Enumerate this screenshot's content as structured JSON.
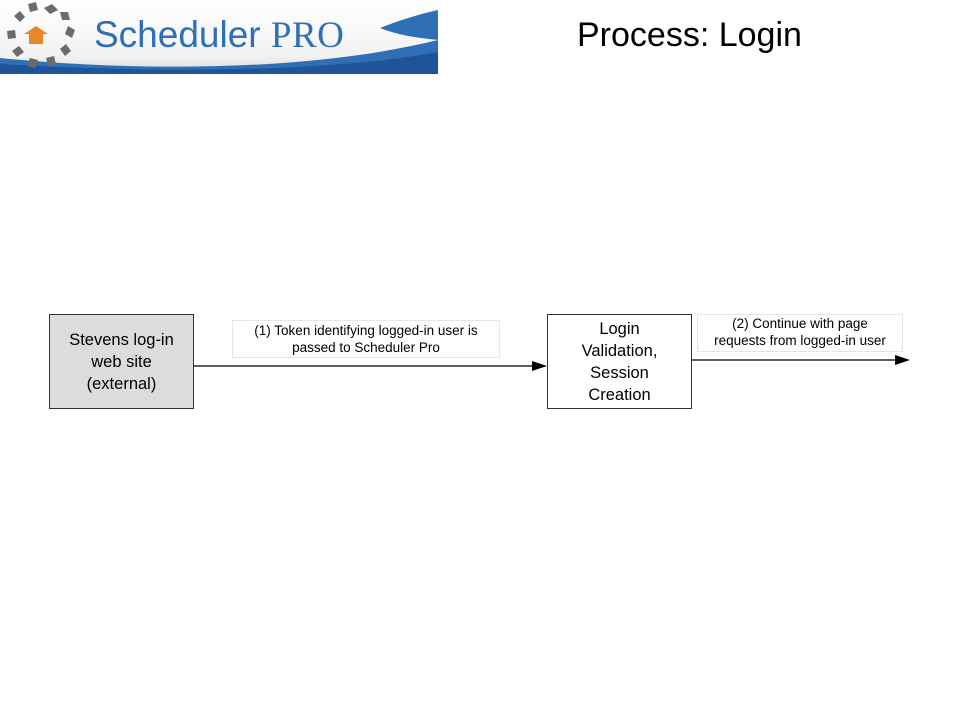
{
  "header": {
    "logo_text": "Scheduler",
    "logo_suffix": "PRO",
    "title": "Process: Login"
  },
  "diagram": {
    "nodes": [
      {
        "id": "external",
        "label": "Stevens log-in\nweb site\n(external)",
        "fill": "#dcdcdc"
      },
      {
        "id": "login",
        "label": "Login\nValidation,\nSession\nCreation",
        "fill": "#ffffff"
      }
    ],
    "edges": [
      {
        "from": "external",
        "to": "login",
        "label": "(1) Token identifying logged-in user is\npassed to Scheduler Pro"
      },
      {
        "from": "login",
        "to": "",
        "label": "(2) Continue with page\nrequests from logged-in user"
      }
    ]
  },
  "colors": {
    "logo_blue": "#2f6fb5",
    "logo_orange": "#e8862a",
    "logo_gray": "#6b6b6b"
  }
}
